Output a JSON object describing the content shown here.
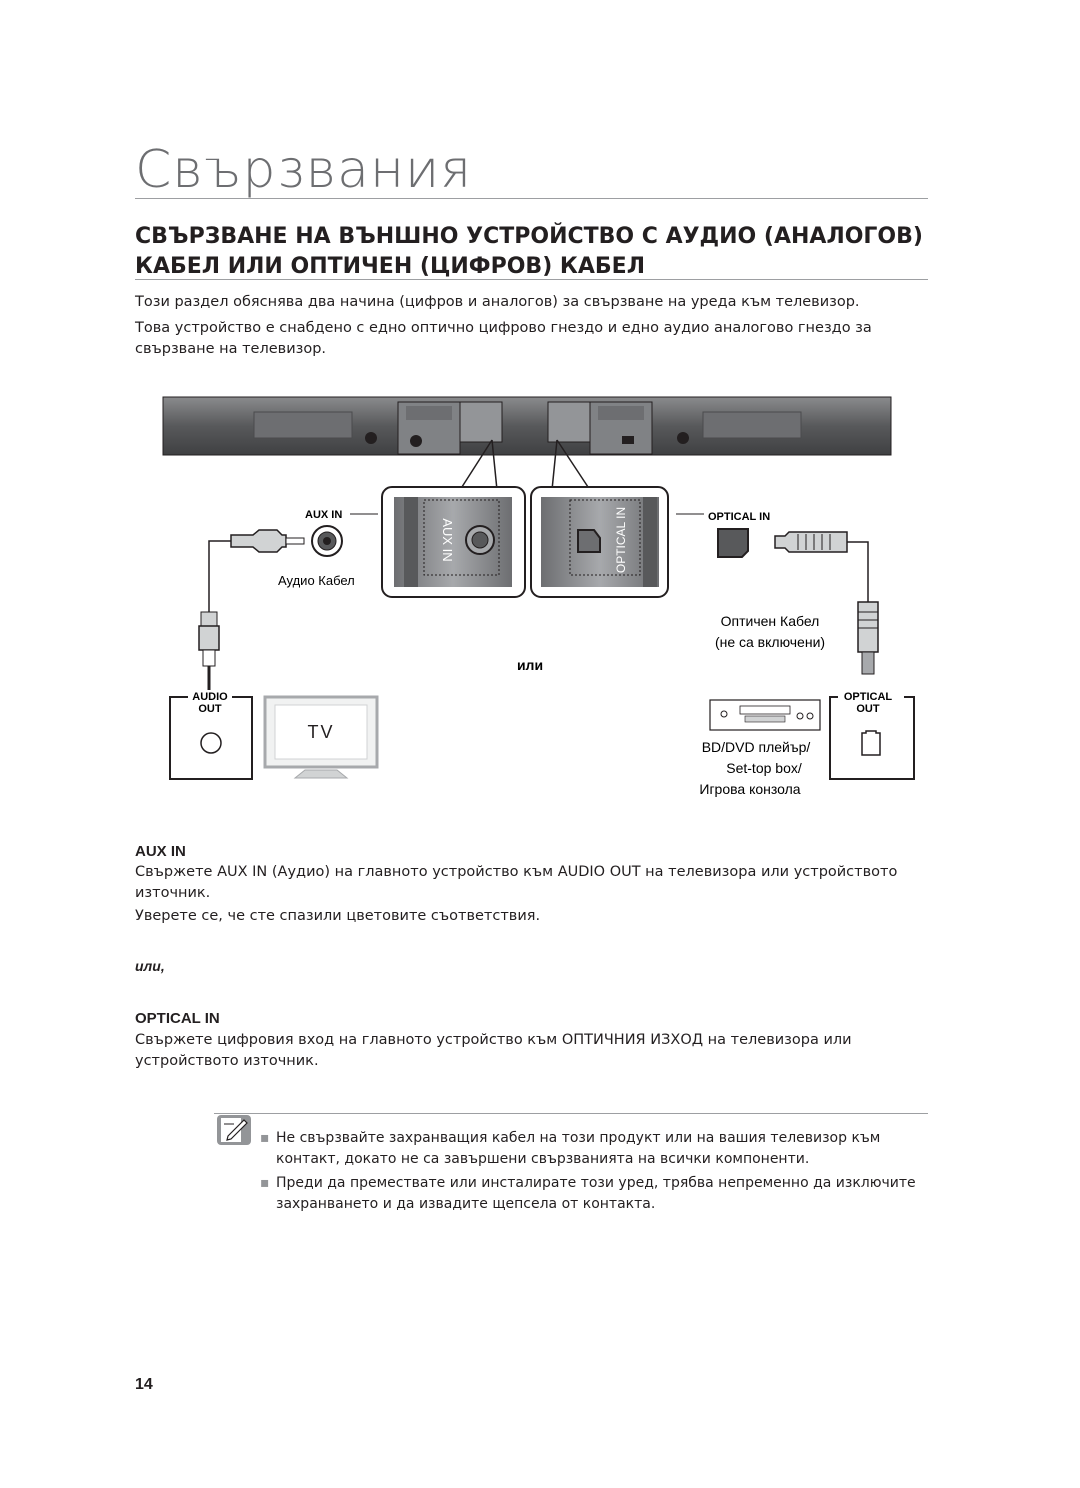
{
  "page": {
    "chapter_title": "Свързвания",
    "section_title_line1": "СВЪРЗВАНЕ НА ВЪНШНО УСТРОЙСТВО С АУДИО (АНАЛОГОВ)",
    "section_title_line2": "КАБЕЛ ИЛИ ОПТИЧЕН (ЦИФРОВ) КАБЕЛ",
    "intro_paragraph_1": "Този раздел обяснява два начина (цифров и аналогов) за свързване на уреда към телевизор.",
    "intro_paragraph_2": "Това устройство е снабдено с едно оптично цифрово гнездо и едно аудио аналогово гнездо за свързване на телевизор.",
    "page_number": "14"
  },
  "diagram": {
    "aux_in_label": "AUX IN",
    "optical_in_label": "OPTICAL IN",
    "zoom_aux_text": "AUX IN",
    "zoom_optical_text": "OPTICAL IN",
    "audio_cable_label": "Аудио Кабел",
    "optical_cable_line1": "Оптичен Кабел",
    "optical_cable_line2": "(не са включени)",
    "or_label": "или",
    "audio_out_line1": "AUDIO",
    "audio_out_line2": "OUT",
    "tv_label": "TV",
    "optical_out_line1": "OPTICAL",
    "optical_out_line2": "OUT",
    "source_line1": "BD/DVD плейър/",
    "source_line2": "Set-top box/",
    "source_line3": "Игрова конзола"
  },
  "aux_section": {
    "heading": "AUX IN",
    "text_1": "Свържете AUX IN (Аудио) на главното устройство към AUDIO OUT на телевизора или устройството източник.",
    "text_2": "Уверете се, че сте спазили цветовите съответствия."
  },
  "or_separator": "или,",
  "optical_section": {
    "heading": "OPTICAL IN",
    "text_1": "Свържете цифровия вход на главното устройство към ОПТИЧНИЯ ИЗХОД на телевизора или устройството източник."
  },
  "notes": {
    "icon": "note-pencil-icon",
    "bullet_glyph": "▪",
    "items": [
      "Не свързвайте захранващия кабел на този продукт или на вашия телевизор към контакт, докато не са завършени свързванията на всички компоненти.",
      "Преди да премествате или инсталирате този уред, трябва непременно да изключите захранването и да извадите щепсела от контакта."
    ]
  },
  "colors": {
    "title_gray": "#6d6e71",
    "rule_gray": "#9d9fa2",
    "soundbar_dark": "#58595b",
    "panel_gray": "#808285"
  }
}
